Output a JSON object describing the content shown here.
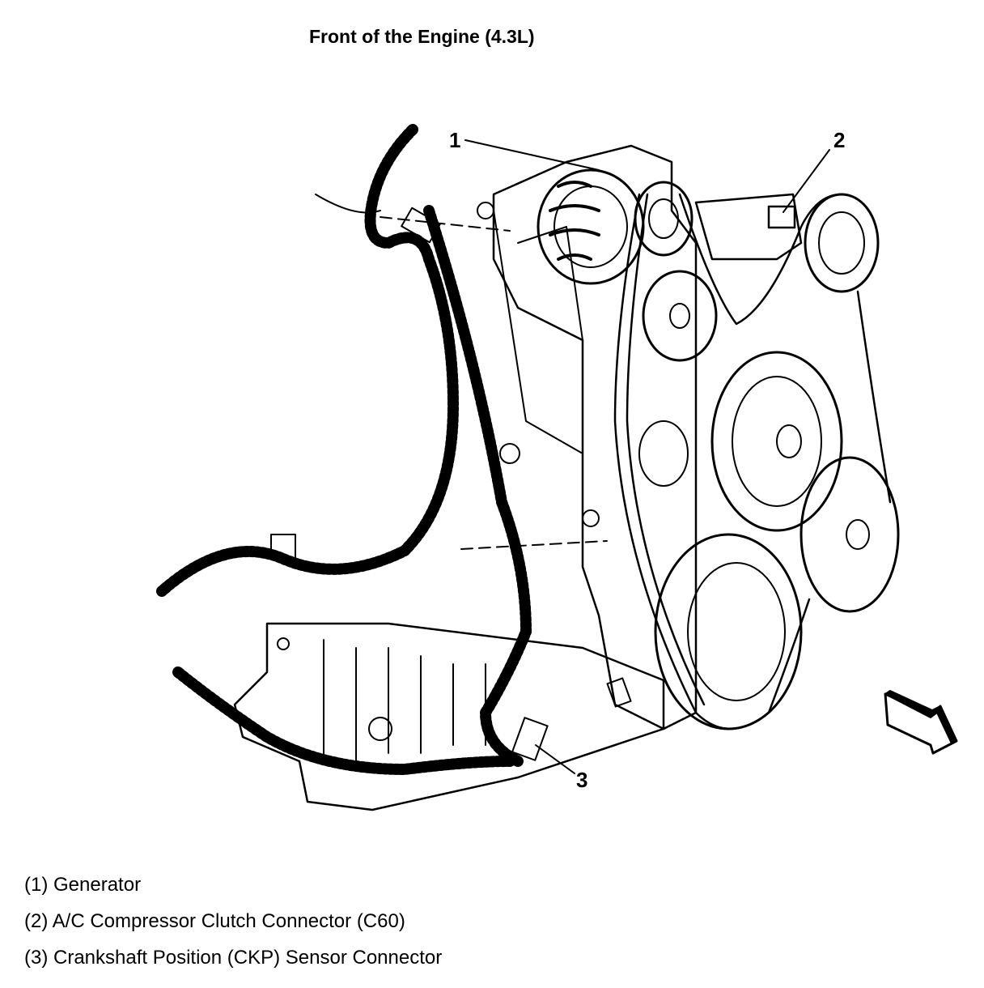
{
  "title": "Front of the Engine (4.3L)",
  "callouts": [
    {
      "number": "1",
      "label": "Generator"
    },
    {
      "number": "2",
      "label": "A/C Compressor Clutch Connector (C60)"
    },
    {
      "number": "3",
      "label": "Crankshaft Position (CKP) Sensor Connector"
    }
  ],
  "legend": [
    "(1) Generator",
    "(2) A/C Compressor Clutch Connector (C60)",
    "(3) Crankshaft Position (CKP) Sensor Connector"
  ],
  "direction_arrow": {
    "icon": "front-direction-arrow-icon",
    "meaning": "front of vehicle"
  }
}
